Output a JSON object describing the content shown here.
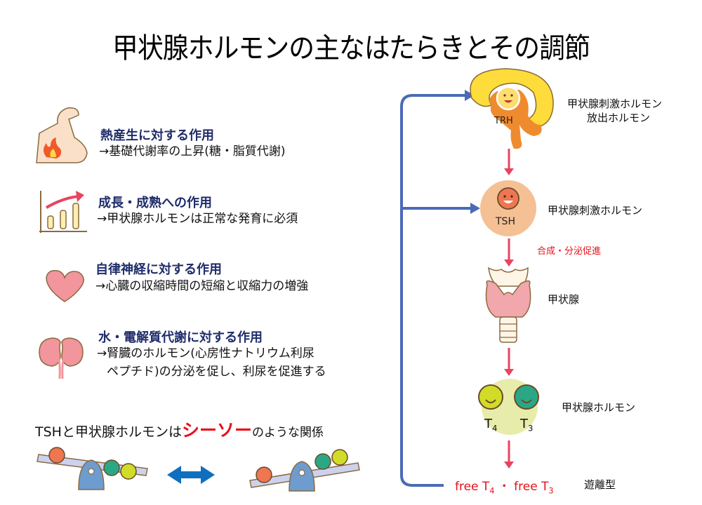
{
  "title": "甲状腺ホルモンの主なはたらきとその調節",
  "effects": [
    {
      "icon": "flexed-arm-fire-icon",
      "heading": "熱産生に対する作用",
      "lines": [
        "→基礎代謝率の上昇(糖・脂質代謝)"
      ]
    },
    {
      "icon": "bone-growth-chart-icon",
      "heading": "成長・成熟への作用",
      "lines": [
        "→甲状腺ホルモンは正常な発育に必須"
      ]
    },
    {
      "icon": "heart-icon",
      "heading": "自律神経に対する作用",
      "lines": [
        "→心臓の収縮時間の短縮と収縮力の増強"
      ]
    },
    {
      "icon": "kidney-icon",
      "heading": "水・電解質代謝に対する作用",
      "lines": [
        "→腎臓のホルモン(心房性ナトリウム利尿",
        "ペプチド)の分泌を促し、利尿を促進する"
      ]
    }
  ],
  "seesaw": {
    "caption_prefix": "TSHと甲状腺ホルモンは",
    "caption_emphasis": "シーソー",
    "caption_suffix": "のような関係"
  },
  "pathway": {
    "trh": {
      "label": "TRH",
      "name_line1": "甲状腺刺激ホルモン",
      "name_line2": "放出ホルモン"
    },
    "tsh": {
      "label": "TSH",
      "name": "甲状腺刺激ホルモン"
    },
    "tsh_action": "合成・分泌促進",
    "thyroid": {
      "name": "甲状腺"
    },
    "hormones": {
      "t4": "T",
      "t4_sub": "4",
      "t3": "T",
      "t3_sub": "3",
      "name": "甲状腺ホルモン"
    },
    "free": {
      "free1": "free T",
      "free1_sub": "4",
      "sep": "・",
      "free2": "free T",
      "free2_sub": "3",
      "name": "遊離型"
    }
  },
  "colors": {
    "heading": "#1f2d6b",
    "feedback_line": "#4a6bb8",
    "flow_arrow": "#e8445f",
    "emphasis": "#e8101a",
    "double_arrow": "#0f6fbf"
  }
}
